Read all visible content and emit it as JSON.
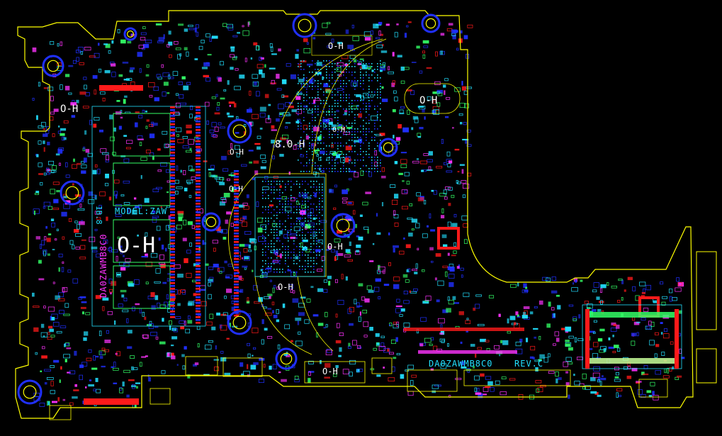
{
  "board": {
    "model_label": "MODEL:ZAW",
    "board_id_label": "DA0ZAWMB8C0",
    "rev_label": "REV.C",
    "bottom_id": "DA0ZAWMB8C0",
    "side_version": "1B.8"
  },
  "hole_labels": {
    "top_right": "O-H",
    "right_upper": "O-H",
    "mid_upper": "8.0-H",
    "mid_small": "O-H",
    "left_upper": "O-H",
    "center_left": "O-H",
    "center_hole": "O-H",
    "big_left": "O-H",
    "center_bottom": "O-H",
    "lower_mid": "O-H",
    "bottom_center": "O-H"
  },
  "colors": {
    "outline": "#ffff00",
    "copper_red": "#ff1a1a",
    "copper_blue": "#2030ff",
    "silk_cyan": "#22e0ff",
    "silk_green": "#33ff66",
    "magenta": "#ff33ff",
    "pad_light": "#c8ff9a",
    "background": "#000000"
  }
}
